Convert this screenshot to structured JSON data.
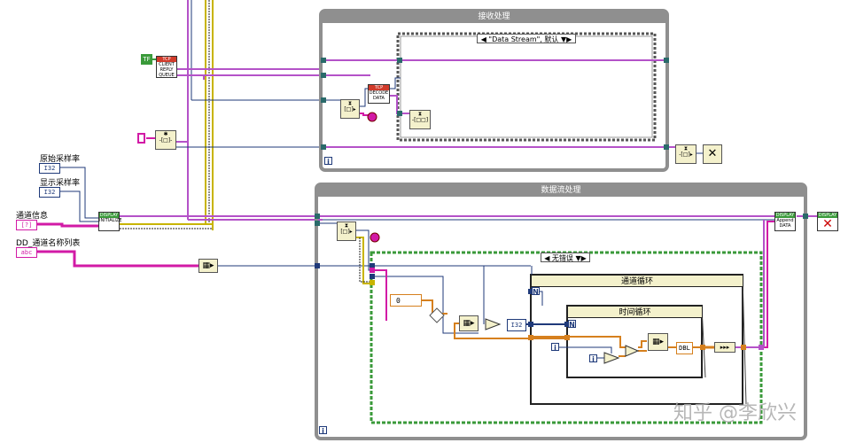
{
  "frames": {
    "receive": {
      "title": "接收处理",
      "case_selector": "\"Data Stream\", 默认"
    },
    "stream": {
      "title": "数据流处理",
      "case_selector": "无错误"
    }
  },
  "loops": {
    "channel": {
      "title": "通道循环"
    },
    "time": {
      "title": "时间循环"
    }
  },
  "controls": {
    "raw_rate": {
      "label": "原始采样率",
      "type": "I32"
    },
    "display_rate": {
      "label": "显示采样率",
      "type": "I32"
    },
    "channel_info": {
      "label": "通道信息",
      "type": "[?]"
    },
    "channel_names": {
      "label": "DD_通道名称列表",
      "type": "abc"
    }
  },
  "nodes": {
    "client_queue": {
      "header": "TCP",
      "text": "CLIENT REPLY QUEUE"
    },
    "decode_data": {
      "header": "TCP",
      "text": "DECODE DATA"
    },
    "initialize": {
      "header": "DISPLAY",
      "text": "INITIALIZE"
    },
    "append_data": {
      "header": "DISPLAY",
      "text": "Append DATA"
    },
    "close_display": {
      "header": "DISPLAY",
      "text": ""
    },
    "bool_const": "TF",
    "const_zero": "0",
    "type_i32": "I32",
    "type_dbl": "DBL",
    "loop_count": "N",
    "loop_iter": "i"
  },
  "watermark": "知乎 @李欣兴",
  "colors": {
    "frame": "#8f8f8f",
    "wire_cluster": "#b452c8",
    "wire_int": "#1f3a7a",
    "wire_string": "#d21aa6",
    "wire_error": "#c8b400",
    "wire_dbl": "#d6801e",
    "case_border": "#3a9a3a"
  }
}
